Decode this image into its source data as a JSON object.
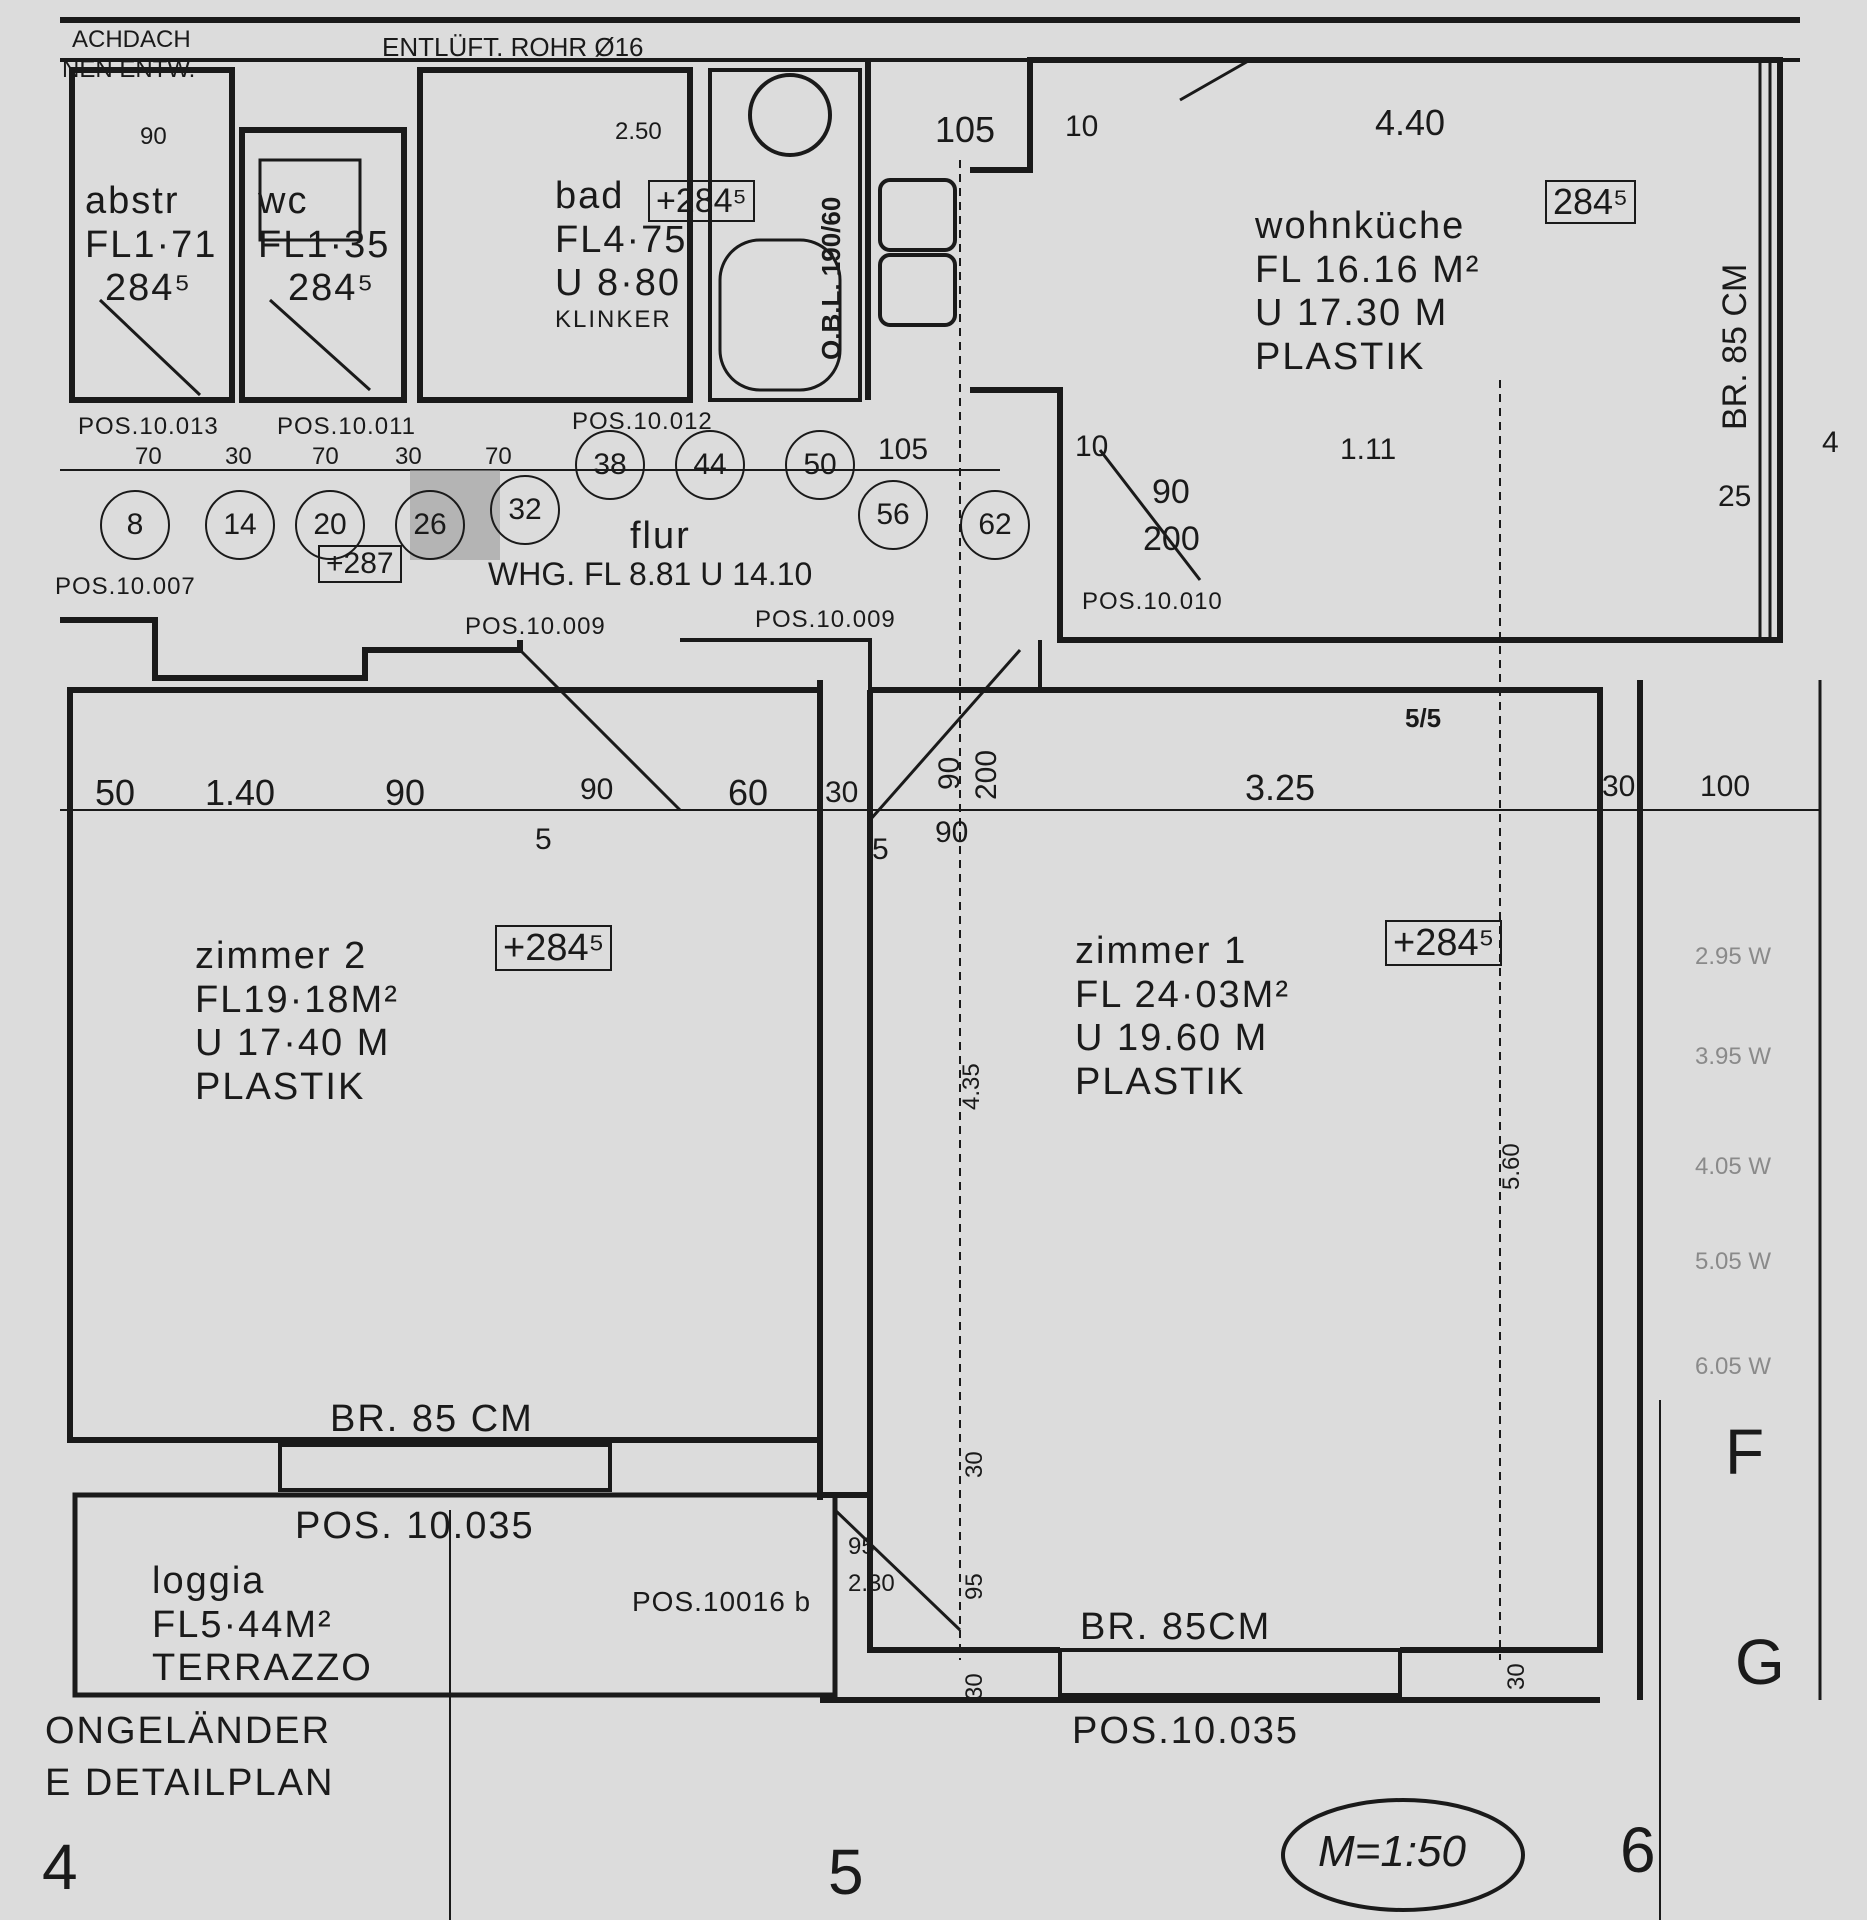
{
  "rooms": {
    "abstr": {
      "name": "abstr",
      "area": "FL1·71",
      "height": "284⁵"
    },
    "wc": {
      "name": "wc",
      "area": "FL1·35",
      "height": "284⁵"
    },
    "bad": {
      "name": "bad",
      "area": "FL4·75",
      "perimeter": "U 8·80",
      "floor": "KLINKER",
      "height": "+284⁵"
    },
    "wohnkueche": {
      "name": "wohnküche",
      "area": "FL 16.16 M²",
      "perimeter": "U 17.30 M",
      "floor": "PLASTIK",
      "height": "284⁵"
    },
    "flur": {
      "name": "flur",
      "area": "WHG. FL 8.81 U 14.10",
      "height": "+287"
    },
    "zimmer2": {
      "name": "zimmer 2",
      "area": "FL19·18M²",
      "perimeter": "U 17·40 M",
      "floor": "PLASTIK",
      "height": "+284⁵"
    },
    "zimmer1": {
      "name": "zimmer 1",
      "area": "FL 24·03M²",
      "perimeter": "U 19.60 M",
      "floor": "PLASTIK",
      "height": "+284⁵"
    },
    "loggia": {
      "name": "loggia",
      "area": "FL5·44M²",
      "floor": "TERRAZZO"
    }
  },
  "notes": {
    "flachdach": "ACHDACH",
    "entw": "NEN ENTW.",
    "entlueft": "ENTLÜFT. ROHR Ø16",
    "obl": "O.B.L. 190/60",
    "gelaender": "ONGELÄNDER",
    "detailplan": "E DETAILPLAN",
    "scale": "M=1:50",
    "br85_top": "BR. 85 CM",
    "br85_z2": "BR. 85 CM",
    "br85_z1": "BR. 85CM"
  },
  "positions": [
    "POS.10.013",
    "POS.10.011",
    "POS.10.012",
    "POS.10.007",
    "POS.10.009",
    "POS.10.009",
    "POS.10.010",
    "POS. 10.035",
    "POS.10016 b",
    "POS.10.035"
  ],
  "circles": [
    "8",
    "14",
    "20",
    "26",
    "32",
    "38",
    "44",
    "50",
    "56",
    "62"
  ],
  "dimensions": {
    "row1": [
      "50",
      "1.40",
      "90",
      "90",
      "60",
      "30",
      "3.25",
      "30",
      "100"
    ],
    "misc": [
      "105",
      "10",
      "4.40",
      "1.11",
      "10",
      "90",
      "200",
      "25",
      "5/5",
      "5",
      "5",
      "90",
      "70",
      "70",
      "70",
      "30",
      "30",
      "105",
      "90",
      "200",
      "95",
      "2.30",
      "95",
      "30",
      "30",
      "30",
      "4.35",
      "5.60",
      "2.50",
      "4",
      "90"
    ],
    "side_faint": [
      "2.95 W",
      "3.95 W",
      "4.05 W",
      "5.05 W",
      "6.05 W"
    ]
  },
  "grid": {
    "col_4": "4",
    "col_5": "5",
    "col_6": "6",
    "row_f": "F",
    "row_g": "G"
  }
}
